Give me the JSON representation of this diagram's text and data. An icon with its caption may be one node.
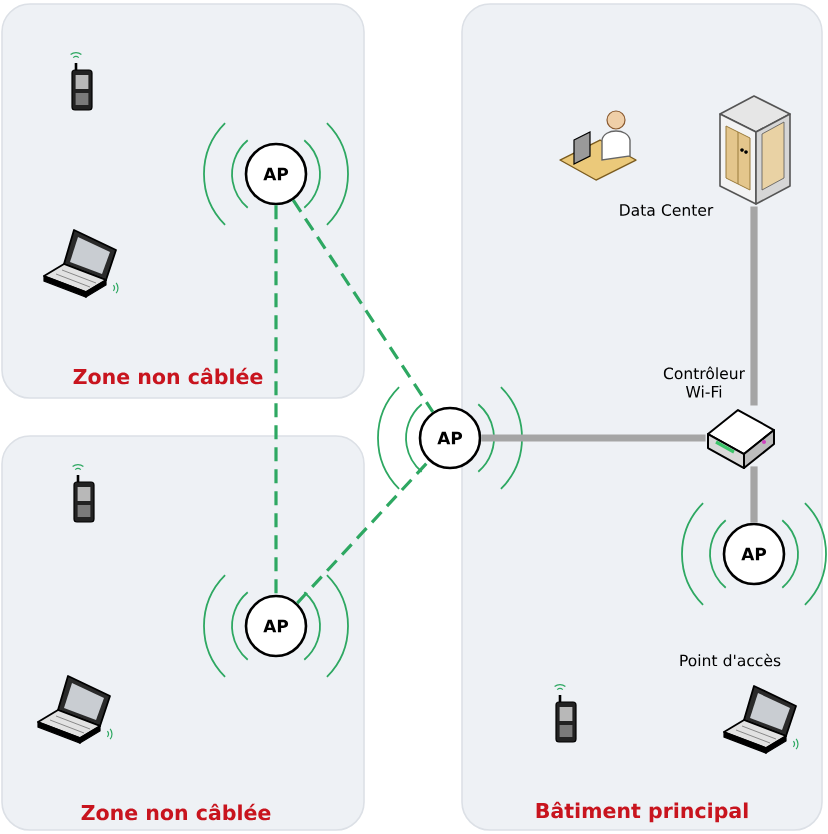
{
  "diagram": {
    "nodes": [
      {
        "text": [
          "Zone non câblée"
        ]
      },
      {
        "text": [
          "AP"
        ],
        "in": 0
      },
      {
        "text": [
          "Zone non câblée"
        ]
      },
      {
        "text": [
          "AP"
        ],
        "in": 2
      },
      {
        "text": [
          "AP"
        ]
      },
      {
        "text": [
          "Bâtiment principal"
        ]
      },
      {
        "text": [],
        "shape": "picture",
        "in": 5,
        "beside": [
          "Data Center"
        ]
      },
      {
        "text": [],
        "shape": "picture",
        "in": 5,
        "beside": [
          "Contrôleur Wi-Fi"
        ]
      },
      {
        "text": [
          "AP"
        ],
        "in": 5,
        "beside": [
          "Point d'accès"
        ]
      }
    ],
    "edges": [
      {
        "from": 1,
        "to": 3,
        "arrow": "none",
        "style": "dashed",
        "color": "#2ea862"
      },
      {
        "from": 1,
        "to": 4,
        "arrow": "none",
        "style": "dashed",
        "color": "#2ea862"
      },
      {
        "from": 3,
        "to": 4,
        "arrow": "none",
        "style": "dashed",
        "color": "#2ea862"
      },
      {
        "from": 4,
        "to": 7,
        "arrow": "none",
        "style": "thick",
        "color": "#a5a5a5"
      },
      {
        "from": 7,
        "to": 6,
        "arrow": "none",
        "style": "thick",
        "color": "#a5a5a5"
      },
      {
        "from": 7,
        "to": 8,
        "arrow": "none",
        "style": "thick",
        "color": "#a5a5a5"
      }
    ]
  }
}
